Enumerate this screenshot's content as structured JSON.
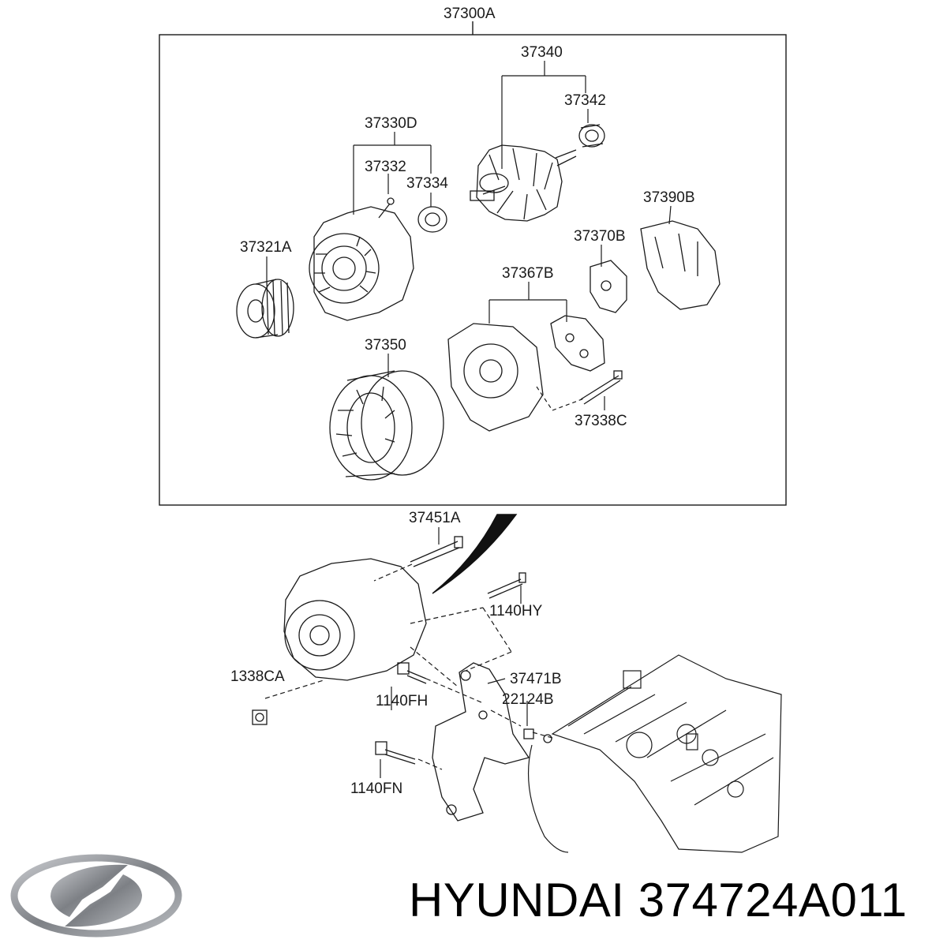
{
  "assembly_label": "37300A",
  "callouts": {
    "c37340": "37340",
    "c37342": "37342",
    "c37330D": "37330D",
    "c37332": "37332",
    "c37334": "37334",
    "c37321A": "37321A",
    "c37390B": "37390B",
    "c37370B": "37370B",
    "c37367B": "37367B",
    "c37350": "37350",
    "c37338C": "37338C",
    "c37451A": "37451A",
    "c1140HY": "1140HY",
    "c1338CA": "1338CA",
    "c37471B": "37471B",
    "c1140FH": "1140FH",
    "c22124B": "22124B",
    "c1140FN": "1140FN"
  },
  "caption": {
    "brand": "HYUNDAI",
    "part_number": "374724A011"
  },
  "colors": {
    "line": "#1a1a1a",
    "logo": "#8a8d91"
  },
  "icons": {
    "logo": "hyundai-logo-icon"
  }
}
